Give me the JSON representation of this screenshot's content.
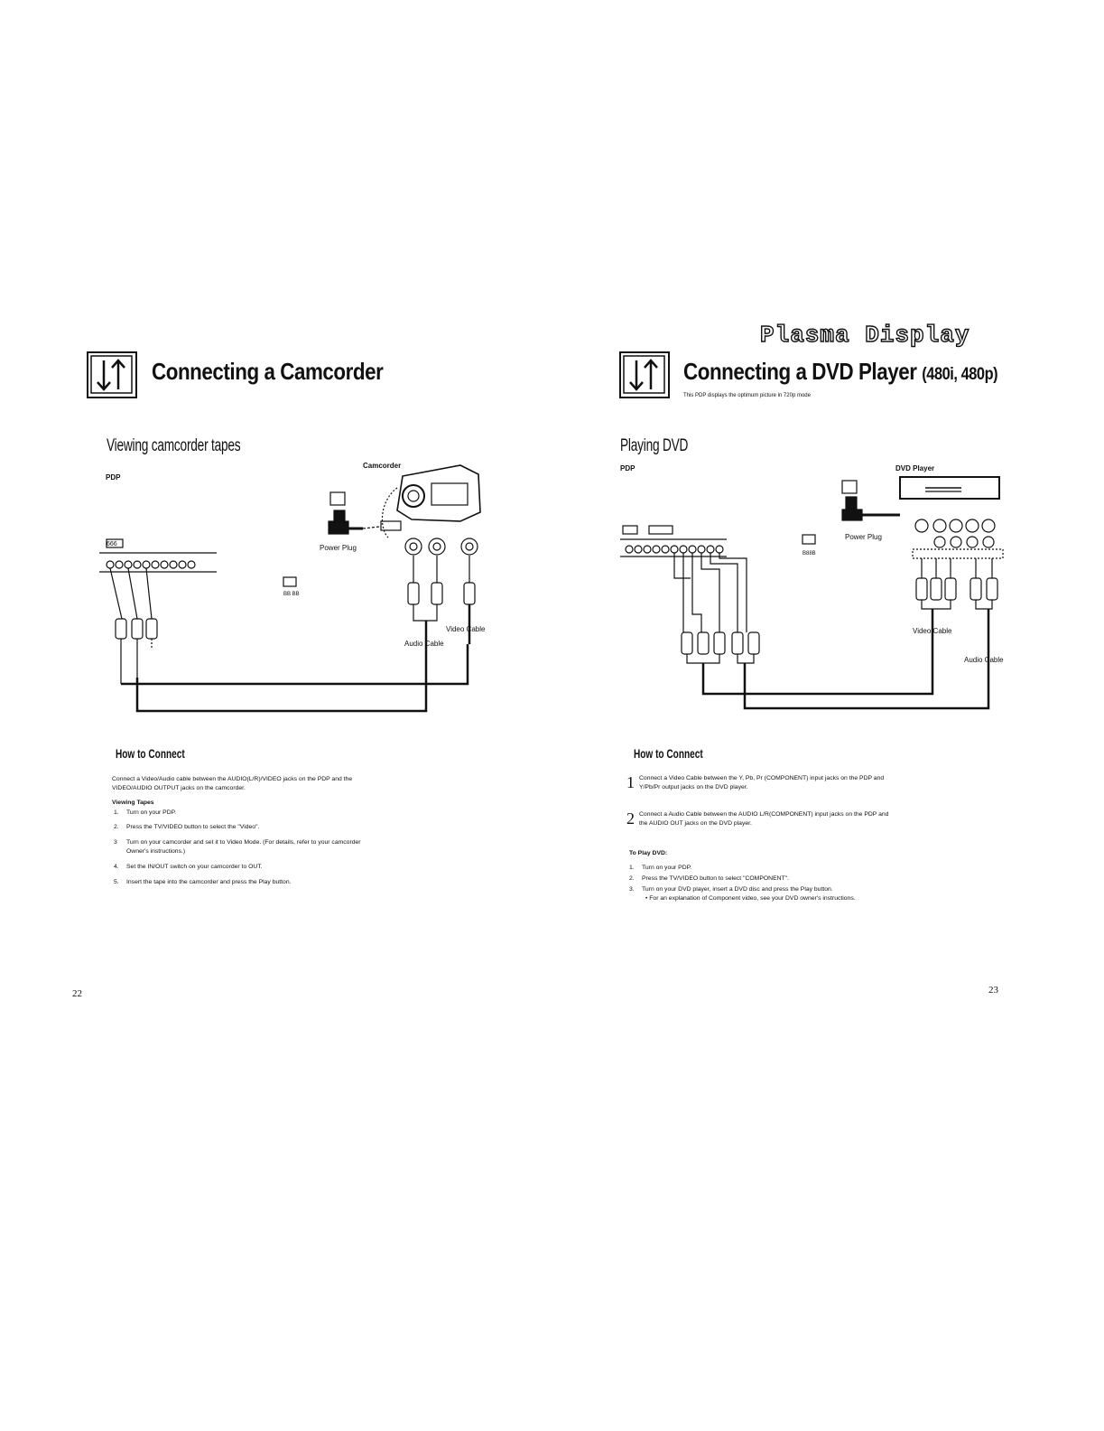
{
  "brand": "Plasma Display",
  "left": {
    "title": "Connecting a Camcorder",
    "section": "Viewing camcorder tapes",
    "labels": {
      "pdp": "PDP",
      "camcorder": "Camcorder",
      "power_plug": "Power Plug",
      "video_cable": "Video Cable",
      "audio_cable": "Audio Cable"
    },
    "how_to": "How to Connect",
    "intro_line1": "Connect a Video/Audio cable between the AUDIO(L/R)/VIDEO jacks on the PDP and the",
    "intro_line2": "VIDEO/AUDIO OUTPUT jacks on the camcorder.",
    "viewing_heading": "Viewing Tapes",
    "steps": [
      {
        "num": "1.",
        "text": "Turn on your PDP."
      },
      {
        "num": "2.",
        "text": "Press the TV/VIDEO button to select the \"Video\"."
      },
      {
        "num": "3",
        "text": "Turn on your camcorder and set it to Video Mode. (For details, refer to your camcorder",
        "cont": "Owner's instructions.)"
      },
      {
        "num": "4.",
        "text": "Set the IN/OUT switch on your camcorder to OUT."
      },
      {
        "num": "5.",
        "text": "Insert the tape into the camcorder and press the Play button."
      }
    ],
    "page_number": "22"
  },
  "right": {
    "title": "Connecting a DVD Player",
    "title_suffix": "(480i, 480p)",
    "subtitle": "This PDP displays the optimum picture in 720p mode",
    "section": "Playing DVD",
    "labels": {
      "pdp": "PDP",
      "dvd_player": "DVD Player",
      "power_plug": "Power Plug",
      "video_cable": "Video Cable",
      "audio_cable": "Audio Cable"
    },
    "how_to": "How to Connect",
    "steps": [
      {
        "num": "1",
        "line1": "Connect a Video Cable between the Y, Pb, Pr (COMPONENT) input jacks on the PDP and",
        "line2": "Y/Pb/Pr output jacks on the DVD player."
      },
      {
        "num": "2",
        "line1": "Connect a Audio Cable between the AUDIO L/R(COMPONENT) input jacks on the PDP and",
        "line2": "the AUDIO OUT jacks on the DVD player."
      }
    ],
    "play_heading": "To Play DVD:",
    "play_steps": [
      {
        "num": "1.",
        "text": "Turn on your PDP."
      },
      {
        "num": "2.",
        "text": "Press the TV/VIDEO button to select \"COMPONENT\"."
      },
      {
        "num": "3.",
        "text": "Turn on your DVD player, insert a DVD disc and press the Play button.",
        "cont": "• For an explanation of Component video, see your DVD owner's instructions."
      }
    ],
    "page_number": "23"
  }
}
